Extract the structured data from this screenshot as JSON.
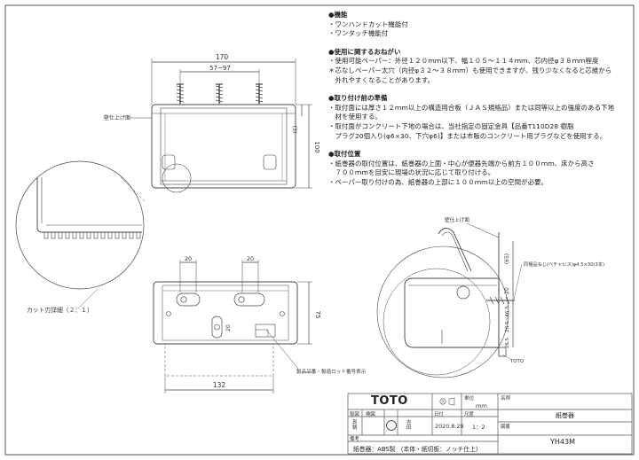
{
  "notes": {
    "features": {
      "heading": "●機能",
      "lines": [
        "・ワンハンドカット機能付",
        "・ワンタッチ機能付"
      ]
    },
    "usage": {
      "heading": "●使用に関するおねがい",
      "lines": [
        "・使用可能ペーパー：外径１２０ｍｍ以下、幅１０５～１１４ｍｍ、芯内径φ３８ｍｍ程度",
        "＊芯なしペーパー太穴（内径φ３２～３８ｍｍ）も使用できますが、残り少なくなると芯維から",
        "　外れやすくなることがあります。"
      ]
    },
    "prep": {
      "heading": "●取り付け前の準備",
      "lines": [
        "・取付面には厚さ１２ｍｍ以上の構造用合板（ＪＡＳ規格品）または同等以上の強度のある下地",
        "　材を使用する。",
        "・取付面がコンクリート下地の場合は、当社指定の固定金具【品番T110D28 樹脂",
        "　プラグ20個入り(φ6×30、下穴φ6)】または市販のコンクリート用プラグなどを使用する。"
      ]
    },
    "position": {
      "heading": "●取付位置",
      "lines": [
        "・紙巻器の取付位置は、紙巻器の上面・中心が便器先端から前方１００ｍｍ、床から高さ",
        "　７００ｍｍを目安に現場の状況に応じて取り付ける。",
        "・ペーパー取り付けの為、紙巻器の上部に１００ｍｍ以上の空間が必要。"
      ]
    }
  },
  "front": {
    "dim_width": "170",
    "dim_span": "57~97",
    "dim_height": "100",
    "dim_offset": "(3)",
    "wall_label": "壁仕上げ面"
  },
  "detail": {
    "label": "カット刃詳細（２：１）"
  },
  "bottom": {
    "dim_left": "20",
    "dim_right": "20",
    "dim_small": "20",
    "dim_height": "75",
    "dim_width": "132",
    "product_note": "製品品番・製造ロット番号表示"
  },
  "side": {
    "wall_label": "壁仕上げ面",
    "screw_note": "同梱品ねじ(ベチャビス)φ4.5×30(3本)",
    "dim_65": "(65)",
    "dim_20": "20",
    "dim_range": "26.5~46.5",
    "dim_26": "26.5",
    "brand_small": "TOTO"
  },
  "title_block": {
    "brand": "TOTO",
    "unit_label": "単位",
    "unit_value": "ｍｍ",
    "name_label": "名称",
    "name_value": "紙巻器",
    "drawing_label": "製図",
    "check_label": "検図",
    "date_label": "日付",
    "date_value": "2020.8.28",
    "scale_label": "尺度",
    "scale_value": "1：2",
    "approve_a": "真\n鍋",
    "approve_b": "吉\n田",
    "figure_label": "図番",
    "figure_value": "YH43M",
    "remarks_label": "備考",
    "remarks_value": "紙巻器：ABS製 （本体・紙切板：ノッチ仕上）"
  }
}
